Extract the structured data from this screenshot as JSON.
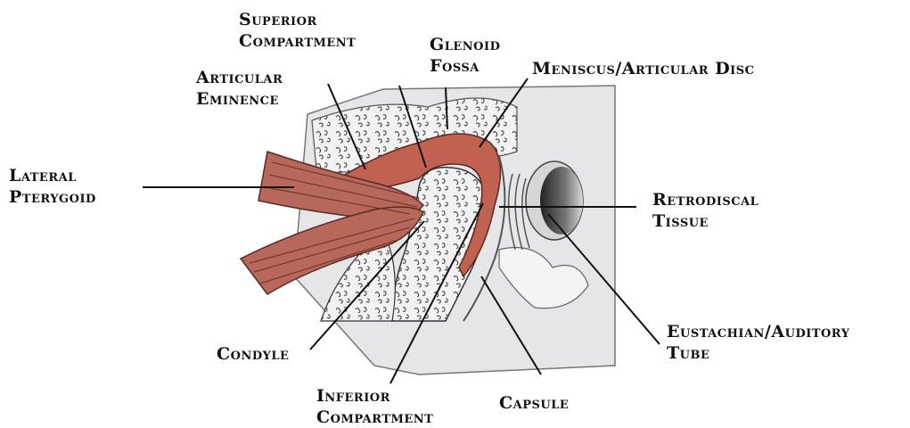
{
  "labels": {
    "superior_compartment": [
      "Superior",
      "Compartment"
    ],
    "glenoid_fossa": [
      "Glenoid",
      "Fossa"
    ],
    "meniscus": [
      "Meniscus/Articular Disc"
    ],
    "articular_eminence": [
      "Articular",
      "Eminence"
    ],
    "lateral_pterygoid": [
      "Lateral",
      "Pterygoid"
    ],
    "retrodiscal_tissue": [
      "Retrodiscal",
      "Tissue"
    ],
    "eustachian_tube": [
      "Eustachian/Auditory",
      "Tube"
    ],
    "condyle": [
      "Condyle"
    ],
    "inferior_compartment": [
      "Inferior",
      "Compartment"
    ],
    "capsule": [
      "Capsule"
    ]
  },
  "colors": {
    "bone": "#e6e6e8",
    "muscle": "#b8685a",
    "disc": "#c0624f",
    "line": "#111111"
  }
}
